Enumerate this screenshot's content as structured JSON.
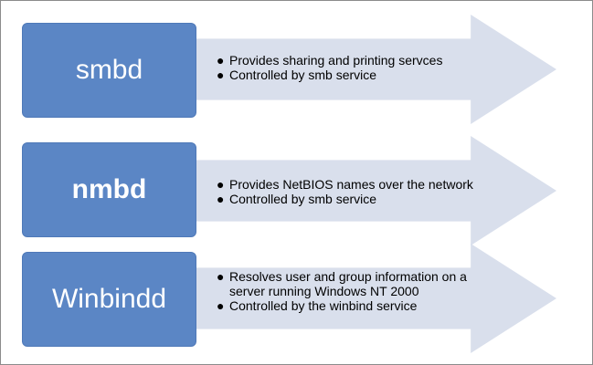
{
  "rows": [
    {
      "label": "smbd",
      "bold": false,
      "bullets": [
        "Provides sharing and printing servces",
        "Controlled by smb service"
      ]
    },
    {
      "label": "nmbd",
      "bold": true,
      "bullets": [
        "Provides NetBIOS names over the network",
        "Controlled by smb service"
      ]
    },
    {
      "label": "Winbindd",
      "bold": false,
      "bullets": [
        "Resolves user and group information on a server running Windows NT 2000",
        "Controlled by the winbind service"
      ]
    }
  ],
  "bullet_glyph": "●",
  "colors": {
    "label_box": "#5b86c5",
    "arrow": "#d9dfec",
    "label_text": "#ffffff"
  }
}
